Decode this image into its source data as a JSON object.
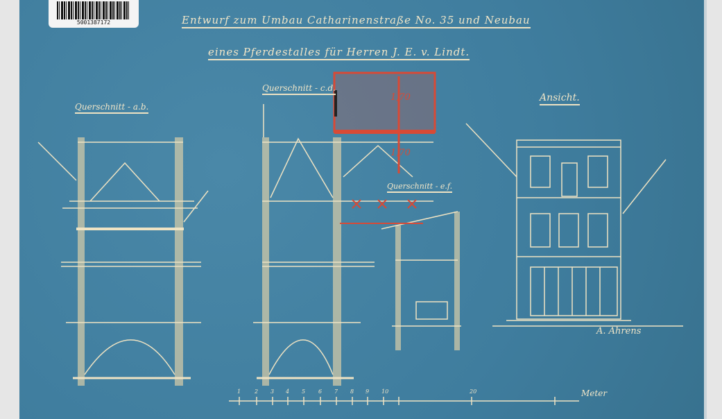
{
  "barcode": {
    "number": "5001387172"
  },
  "title": {
    "line1": "Entwurf zum Umbau Catharinenstraße No. 35 und Neubau",
    "line2": "eines Pferdestalles für Herren J. E. v. Lindt."
  },
  "sections": {
    "ab": "Querschnitt - a.b.",
    "cd": "Querschnitt - c.d.",
    "ef": "Querschnitt - e.f.",
    "view": "Ansicht."
  },
  "annotations": {
    "red_top": "1,70",
    "red_mid": "1,70"
  },
  "scale": {
    "label": "Meter",
    "ticks": [
      "1",
      "2",
      "3",
      "4",
      "5",
      "6",
      "7",
      "8",
      "9",
      "10",
      "",
      "",
      "",
      "",
      "20"
    ]
  },
  "signature": "A. Ahrens"
}
